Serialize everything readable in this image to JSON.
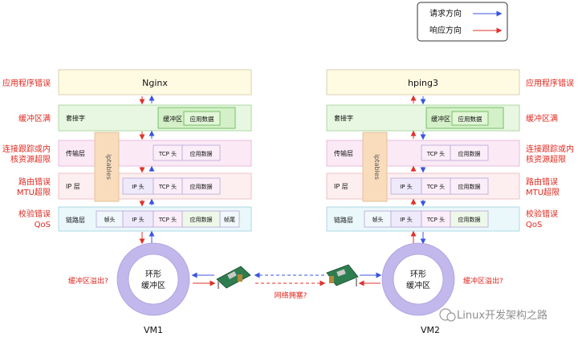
{
  "legend": {
    "request": "请求方向",
    "response": "响应方向"
  },
  "colors": {
    "request": "#3a55e0",
    "response": "#e0302a",
    "errorText": "#e0281f",
    "appFill": "#fffbe3",
    "socketFill": "#e8f7e2",
    "transportFill": "#fbeaf6",
    "ipFill": "#fdeff0",
    "linkFill": "#eaf7fb",
    "iptablesFill": "#f8dcbc",
    "ringFill": "#e6e2f8",
    "ringStroke": "#c3b8ec"
  },
  "left": {
    "app": "Nginx",
    "socket": {
      "label": "套接字",
      "buffer": "缓冲区",
      "data": "应用数据"
    },
    "transport": {
      "label": "传输层",
      "tcp": "TCP 头",
      "data": "应用数据"
    },
    "ip": {
      "label": "IP 层",
      "ip": "IP 头",
      "tcp": "TCP 头",
      "data": "应用数据"
    },
    "link": {
      "label": "链路层",
      "frame_head": "帧头",
      "ip": "IP 头",
      "tcp": "TCP 头",
      "data": "应用数据",
      "frame_tail": "帧尾"
    },
    "iptables": "iptables",
    "ring": [
      "环形",
      "缓冲区"
    ],
    "vm": "VM1",
    "overflow": "缓冲区溢出?"
  },
  "right": {
    "app": "hping3",
    "socket": {
      "label": "套接字",
      "buffer": "缓冲区",
      "data": "应用数据"
    },
    "transport": {
      "label": "传输层",
      "tcp": "TCP 头",
      "data": "应用数据"
    },
    "ip": {
      "label": "IP 层",
      "ip": "IP 头",
      "tcp": "TCP 头",
      "data": "应用数据"
    },
    "link": {
      "label": "链路层",
      "frame_head": "帧头",
      "ip": "IP 头",
      "tcp": "TCP 头",
      "data": "应用数据"
    },
    "iptables": "iptables",
    "ring": [
      "环形",
      "缓冲区"
    ],
    "vm": "VM2",
    "overflow": "缓冲区溢出?"
  },
  "errors_left": {
    "app": [
      "应用程序错误"
    ],
    "socket": [
      "缓冲区满"
    ],
    "transport": [
      "连接跟踪或内",
      "核资源超限"
    ],
    "ip": [
      "路由错误",
      "MTU超限"
    ],
    "link": [
      "校验错误",
      "QoS"
    ]
  },
  "errors_right": {
    "app": [
      "应用程序错误"
    ],
    "socket": [
      "缓冲区满"
    ],
    "transport": [
      "连接跟踪或内",
      "核资源超限"
    ],
    "ip": [
      "路由错误",
      "MTU超限"
    ],
    "link": [
      "校验错误",
      "QoS"
    ]
  },
  "network": "网络拥塞?",
  "watermark": "Linux开发架构之路"
}
